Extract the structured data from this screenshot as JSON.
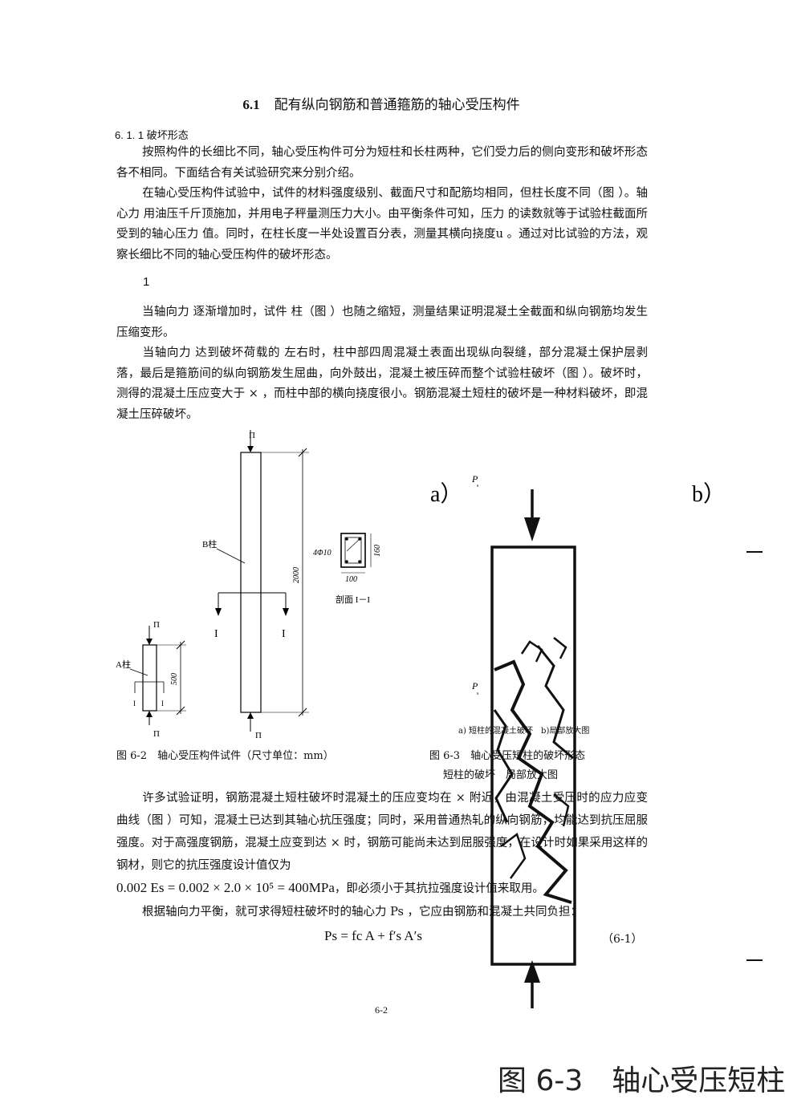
{
  "heading": {
    "number": "6.1",
    "text": "配有纵向钢筋和普通箍筋的轴心受压构件"
  },
  "subsection": "6. 1. 1 破坏形态",
  "paragraphs": {
    "p1": "按照构件的长细比不同，轴心受压构件可分为短柱和长柱两种，它们受力后的侧向变形和破坏形态各不相同。下面结合有关试验研究来分别介绍。",
    "p2": "在轴心受压构件试验中，试件的材料强度级别、截面尺寸和配筋均相同，但柱长度不同（图 ）。轴心力 用油压千斤顶施加，并用电子秤量测压力大小。由平衡条件可知，压力 的读数就等于试验柱截面所受到的轴心压力 值。同时，在柱长度一半处设置百分表，测量其横向挠度u 。通过对比试验的方法，观察长细比不同的轴心受压构件的破坏形态。",
    "marker": "1",
    "p3": "当轴向力 逐渐增加时，试件 柱（图 ）也随之缩短，测量结果证明混凝土全截面和纵向钢筋均发生压缩变形。",
    "p4": "当轴向力 达到破坏荷载的 左右时，柱中部四周混凝土表面出现纵向裂缝，部分混凝土保护层剥落，最后是箍筋间的纵向钢筋发生屈曲，向外鼓出，混凝土被压碎而整个试验柱破坏（图 ）。破坏时，测得的混凝土压应变大于 × ，而柱中部的横向挠度很小。钢筋混凝土短柱的破坏是一种材料破坏，即混凝土压碎破坏。",
    "p5": "许多试验证明，钢筋混凝土短柱破坏时混凝土的压应变均在 × 附近，由混凝土受压时的应力应变曲线（图 ）可知，混凝土已达到其轴心抗压强度；同时，采用普通热轧的纵向钢筋，均能达到抗压屈服强度。对于高强度钢筋，混凝土应变到达 × 时，钢筋可能尚未达到屈服强度，在设计时如果采用这样的钢材，则它的抗压强度设计值仅为",
    "p5_formula": "0.002 Es = 0.002 × 2.0 × 10⁵ = 400MPa",
    "p5_tail": "，即必须小于其抗拉强度设计值来取用。",
    "p6": "根据轴向力平衡，就可求得短柱破坏时的轴心力 Ps ，它应由钢筋和混凝土共同负担："
  },
  "equation": {
    "text": "Ps = fc A + f′s A′s",
    "number": "（6-1）"
  },
  "figure_6_2": {
    "caption": "图 6-2　轴心受压构件试件（尺寸单位：mm）",
    "label_b": "B柱",
    "label_a": "A柱",
    "load_symbol": "Π",
    "section_mark": "I",
    "small_section_mark": "I",
    "dim_length_b": "2000",
    "dim_length_a": "500",
    "rebar": "4Φ10",
    "dim_width": "100",
    "dim_height": "160",
    "section_caption": "剖面 I－I"
  },
  "figure_6_3": {
    "panel_a": "a）",
    "panel_b": "b）",
    "load_label": "P",
    "load_sub": "s",
    "inner_caption": "a) 短柱的混凝土破坏　b)局部放大图",
    "caption_line1": "图 6-3　轴心受压短柱的破坏形态",
    "caption_line2": "短柱的破坏　局部放大图",
    "big_caption": "图 6-3　轴心受压短柱"
  },
  "page_number": "6-2"
}
